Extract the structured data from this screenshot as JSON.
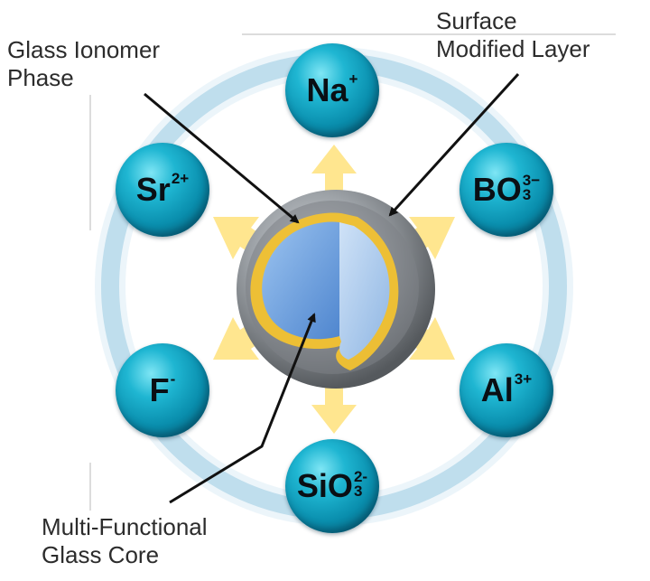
{
  "labels": {
    "glass_ionomer": [
      "Glass Ionomer",
      "Phase"
    ],
    "surface_layer": [
      "Surface",
      "Modified Layer"
    ],
    "core": [
      "Multi-Functional",
      "Glass Core"
    ]
  },
  "ions": {
    "na": {
      "symbol": "Na",
      "charge": "+"
    },
    "sr": {
      "symbol": "Sr",
      "charge": "2+"
    },
    "bo": {
      "symbol": "BO",
      "sup": "3−",
      "sub": "3"
    },
    "f": {
      "symbol": "F",
      "charge": "-"
    },
    "al": {
      "symbol": "Al",
      "charge": "3+"
    },
    "sio": {
      "symbol": "SiO",
      "sup": "2-",
      "sub": "3"
    }
  },
  "colors": {
    "ion_sphere": "#1fb6d2",
    "halo_ring": "#a9d3e6",
    "arrows": "#ffe07a",
    "core_blue": "#6fa3e0",
    "ionomer_yellow": "#f2c230",
    "surface_gray": "#8a8f94",
    "pointer": "#111111"
  }
}
